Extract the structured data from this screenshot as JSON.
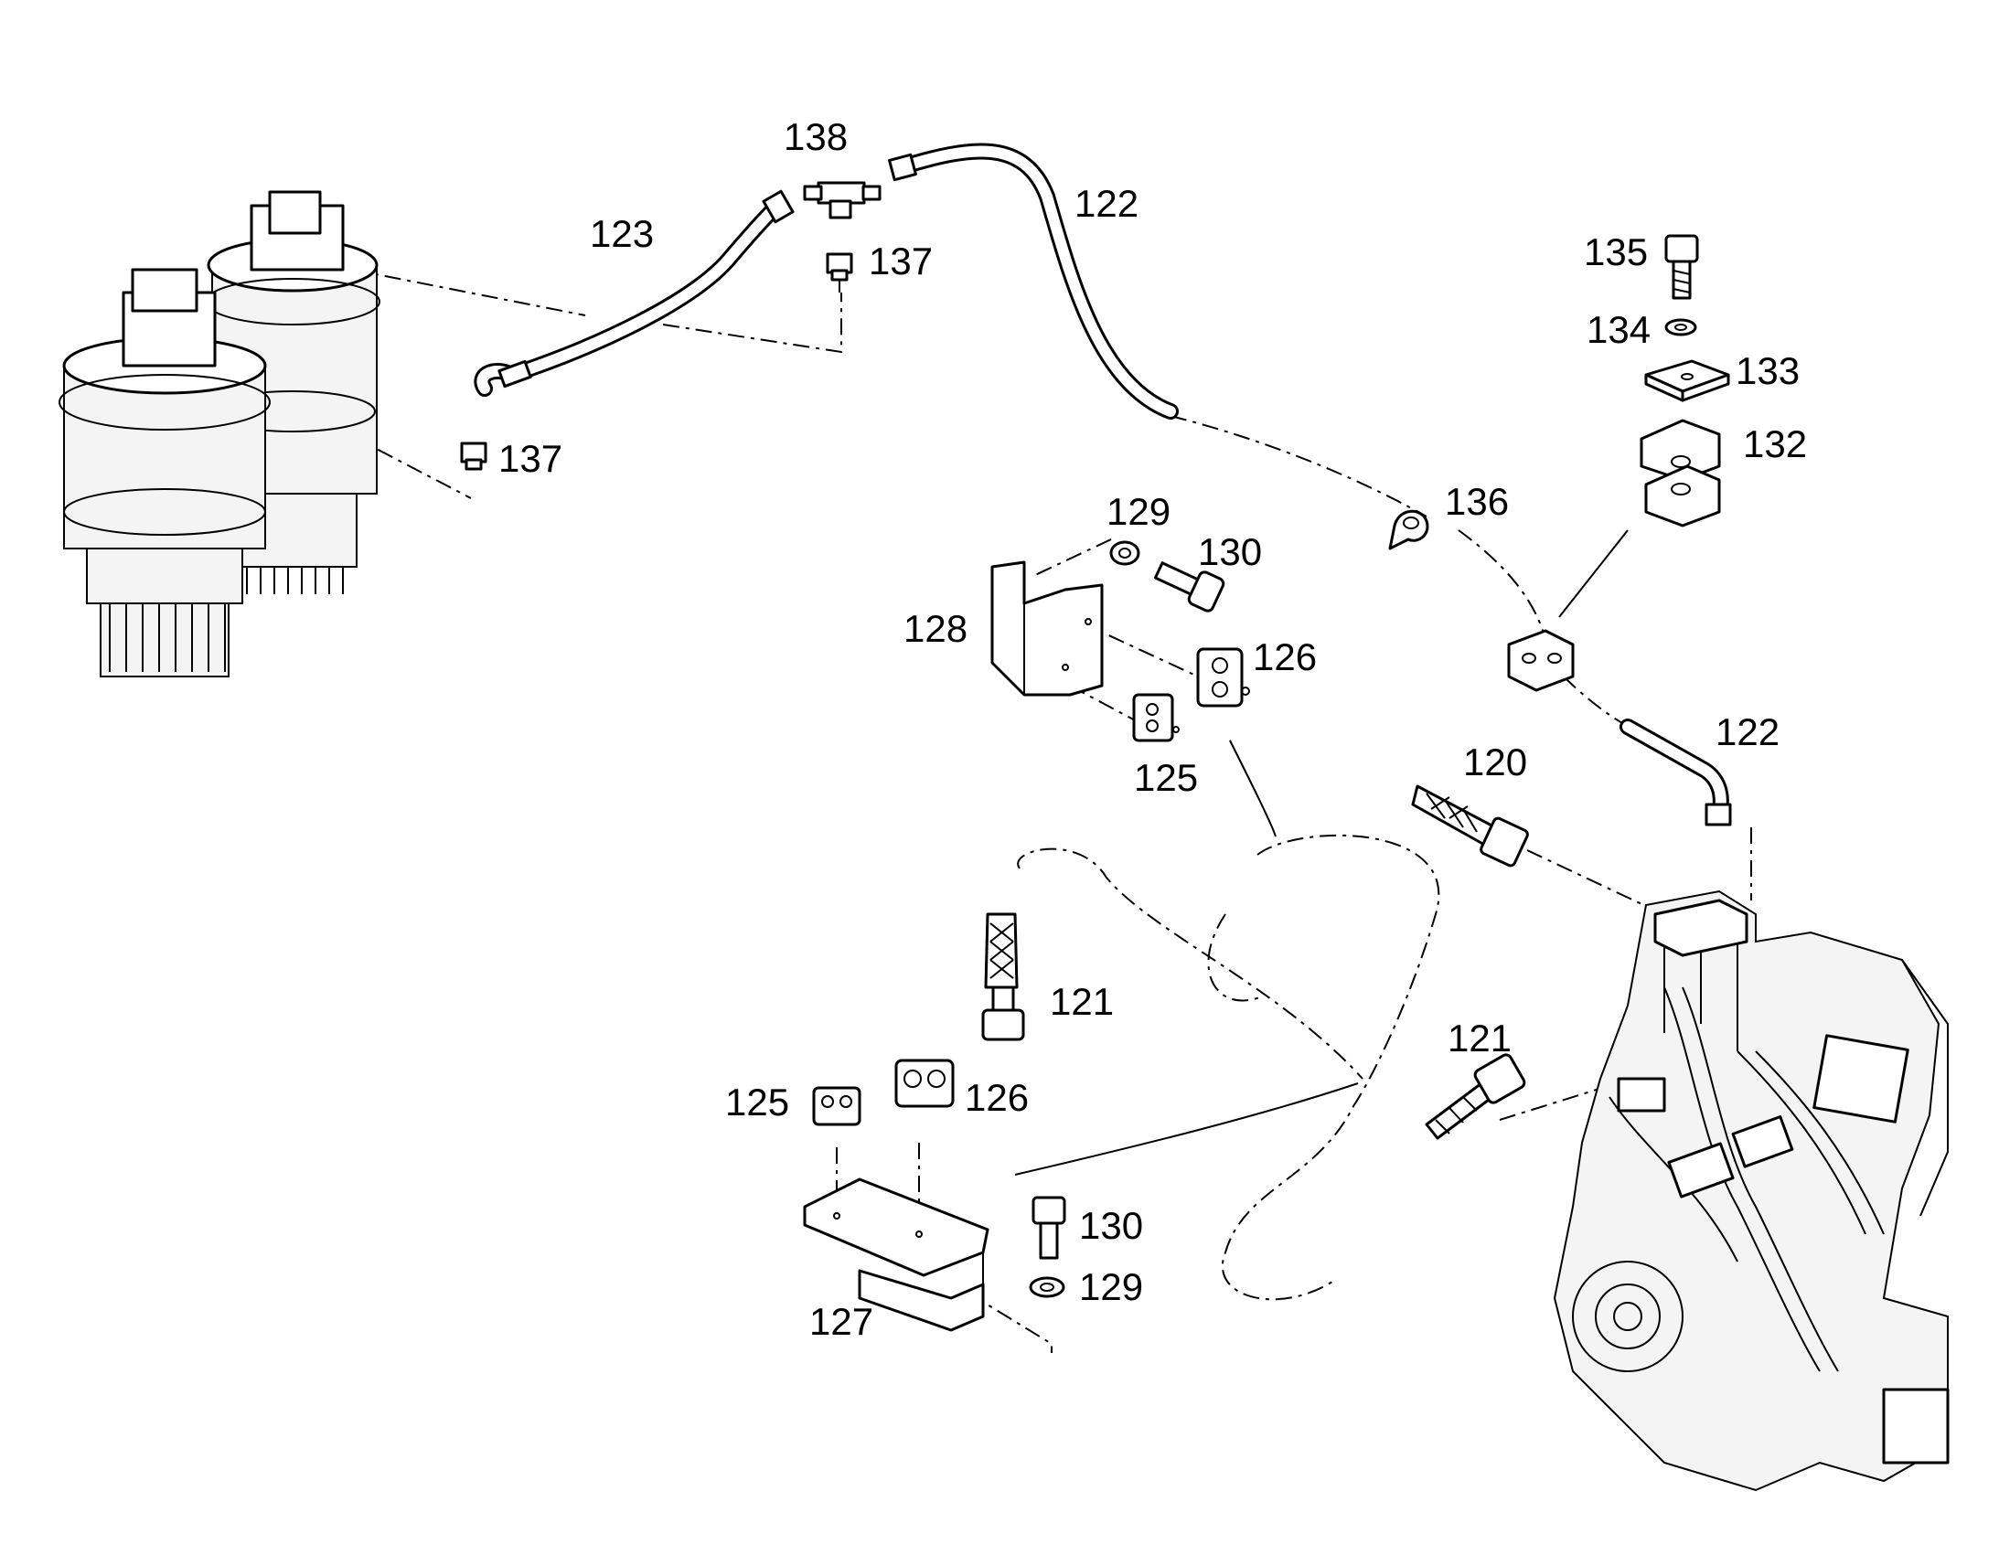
{
  "diagram": {
    "callouts": [
      "138",
      "123",
      "137",
      "122",
      "135",
      "134",
      "133",
      "132",
      "137",
      "136",
      "129",
      "130",
      "128",
      "126",
      "125",
      "122",
      "120",
      "121",
      "121",
      "125",
      "126",
      "130",
      "129",
      "127"
    ]
  }
}
